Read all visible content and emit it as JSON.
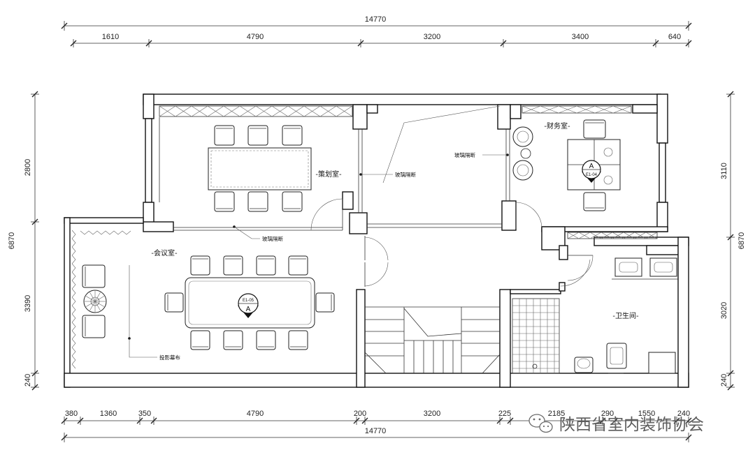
{
  "drawing": {
    "rooms": {
      "planning_room": "-策划室-",
      "meeting_room": "-会议室-",
      "finance_room": "-财务室-",
      "bathroom": "-卫生间-"
    },
    "notes": {
      "glass_partition_planning": "玻璃隔断",
      "glass_partition_middle": "玻璃隔断",
      "glass_partition_finance": "玻璃隔断",
      "projection_screen": "投影幕布"
    },
    "index_tags": {
      "finance": {
        "letter": "A",
        "code": "E1-04"
      },
      "meeting": {
        "letter": "A",
        "code": "E1-05"
      }
    }
  },
  "dimensions": {
    "top_total": "14770",
    "top": [
      "1610",
      "4790",
      "3200",
      "3400",
      "640"
    ],
    "bottom": [
      "380",
      "1360",
      "350",
      "4790",
      "200",
      "3200",
      "225",
      "2185",
      "290",
      "1550",
      "240"
    ],
    "bottom_total": "14770",
    "left_total": "6870",
    "left": [
      "2800",
      "3390",
      "240"
    ],
    "right_total": "6870",
    "right": [
      "3110",
      "3020",
      "240"
    ]
  },
  "watermark": {
    "text": "陕西省室内装饰协会",
    "icon": "wechat-icon"
  }
}
